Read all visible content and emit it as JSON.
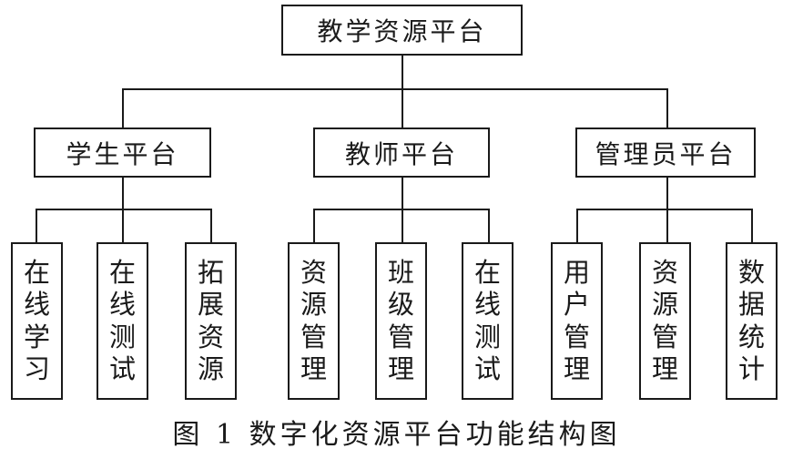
{
  "root": {
    "label": "教学资源平台"
  },
  "platforms": [
    {
      "label": "学生平台",
      "modules": [
        "在线学习",
        "在线测试",
        "拓展资源"
      ]
    },
    {
      "label": "教师平台",
      "modules": [
        "资源管理",
        "班级管理",
        "在线测试"
      ]
    },
    {
      "label": "管理员平台",
      "modules": [
        "用户管理",
        "资源管理",
        "数据统计"
      ]
    }
  ],
  "caption": "图 1 数字化资源平台功能结构图"
}
